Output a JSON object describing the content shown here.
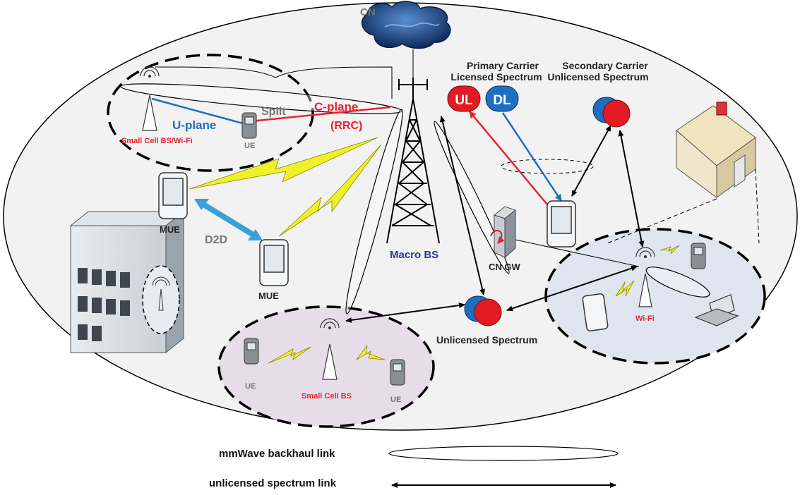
{
  "labels": {
    "cn": "CN",
    "primary_carrier_1": "Primary Carrier",
    "primary_carrier_2": "Licensed Spectrum",
    "secondary_carrier_1": "Secondary Carrier",
    "secondary_carrier_2": "Unlicensed Spectrum",
    "ul": "UL",
    "dl": "DL",
    "split": "Split",
    "c_plane": "C-plane",
    "rrc": "(RRC)",
    "u_plane": "U-plane",
    "small_cell_wifi": "Small Cell BS/Wi-Fi",
    "ue": "UE",
    "mue": "MUE",
    "d2d": "D2D",
    "macro_bs": "Macro BS",
    "cn_gw": "CN GW",
    "wifi": "Wi-Fi",
    "unlicensed_spectrum": "Unlicensed Spectrum",
    "small_cell_bs": "Small Cell BS"
  },
  "legend": {
    "mmwave": "mmWave backhaul link",
    "unlicensed": "unlicensed spectrum link"
  },
  "colors": {
    "red_label": "#e8222e",
    "blue_label": "#1f6fc0",
    "gray_label": "#777777",
    "navy_label": "#2a3a8c",
    "ellipse_fill": "#f2f2f2",
    "small_cell_fill": "#e7dde9",
    "wifi_fill": "#dfe5ee"
  },
  "icons": [
    "cloud-icon",
    "tower-icon",
    "antenna-icon",
    "phone-icon",
    "smartphone-icon",
    "building-icon",
    "house-icon",
    "server-icon",
    "laptop-icon",
    "tablet-icon",
    "lightning-icon",
    "spectrum-icon"
  ]
}
